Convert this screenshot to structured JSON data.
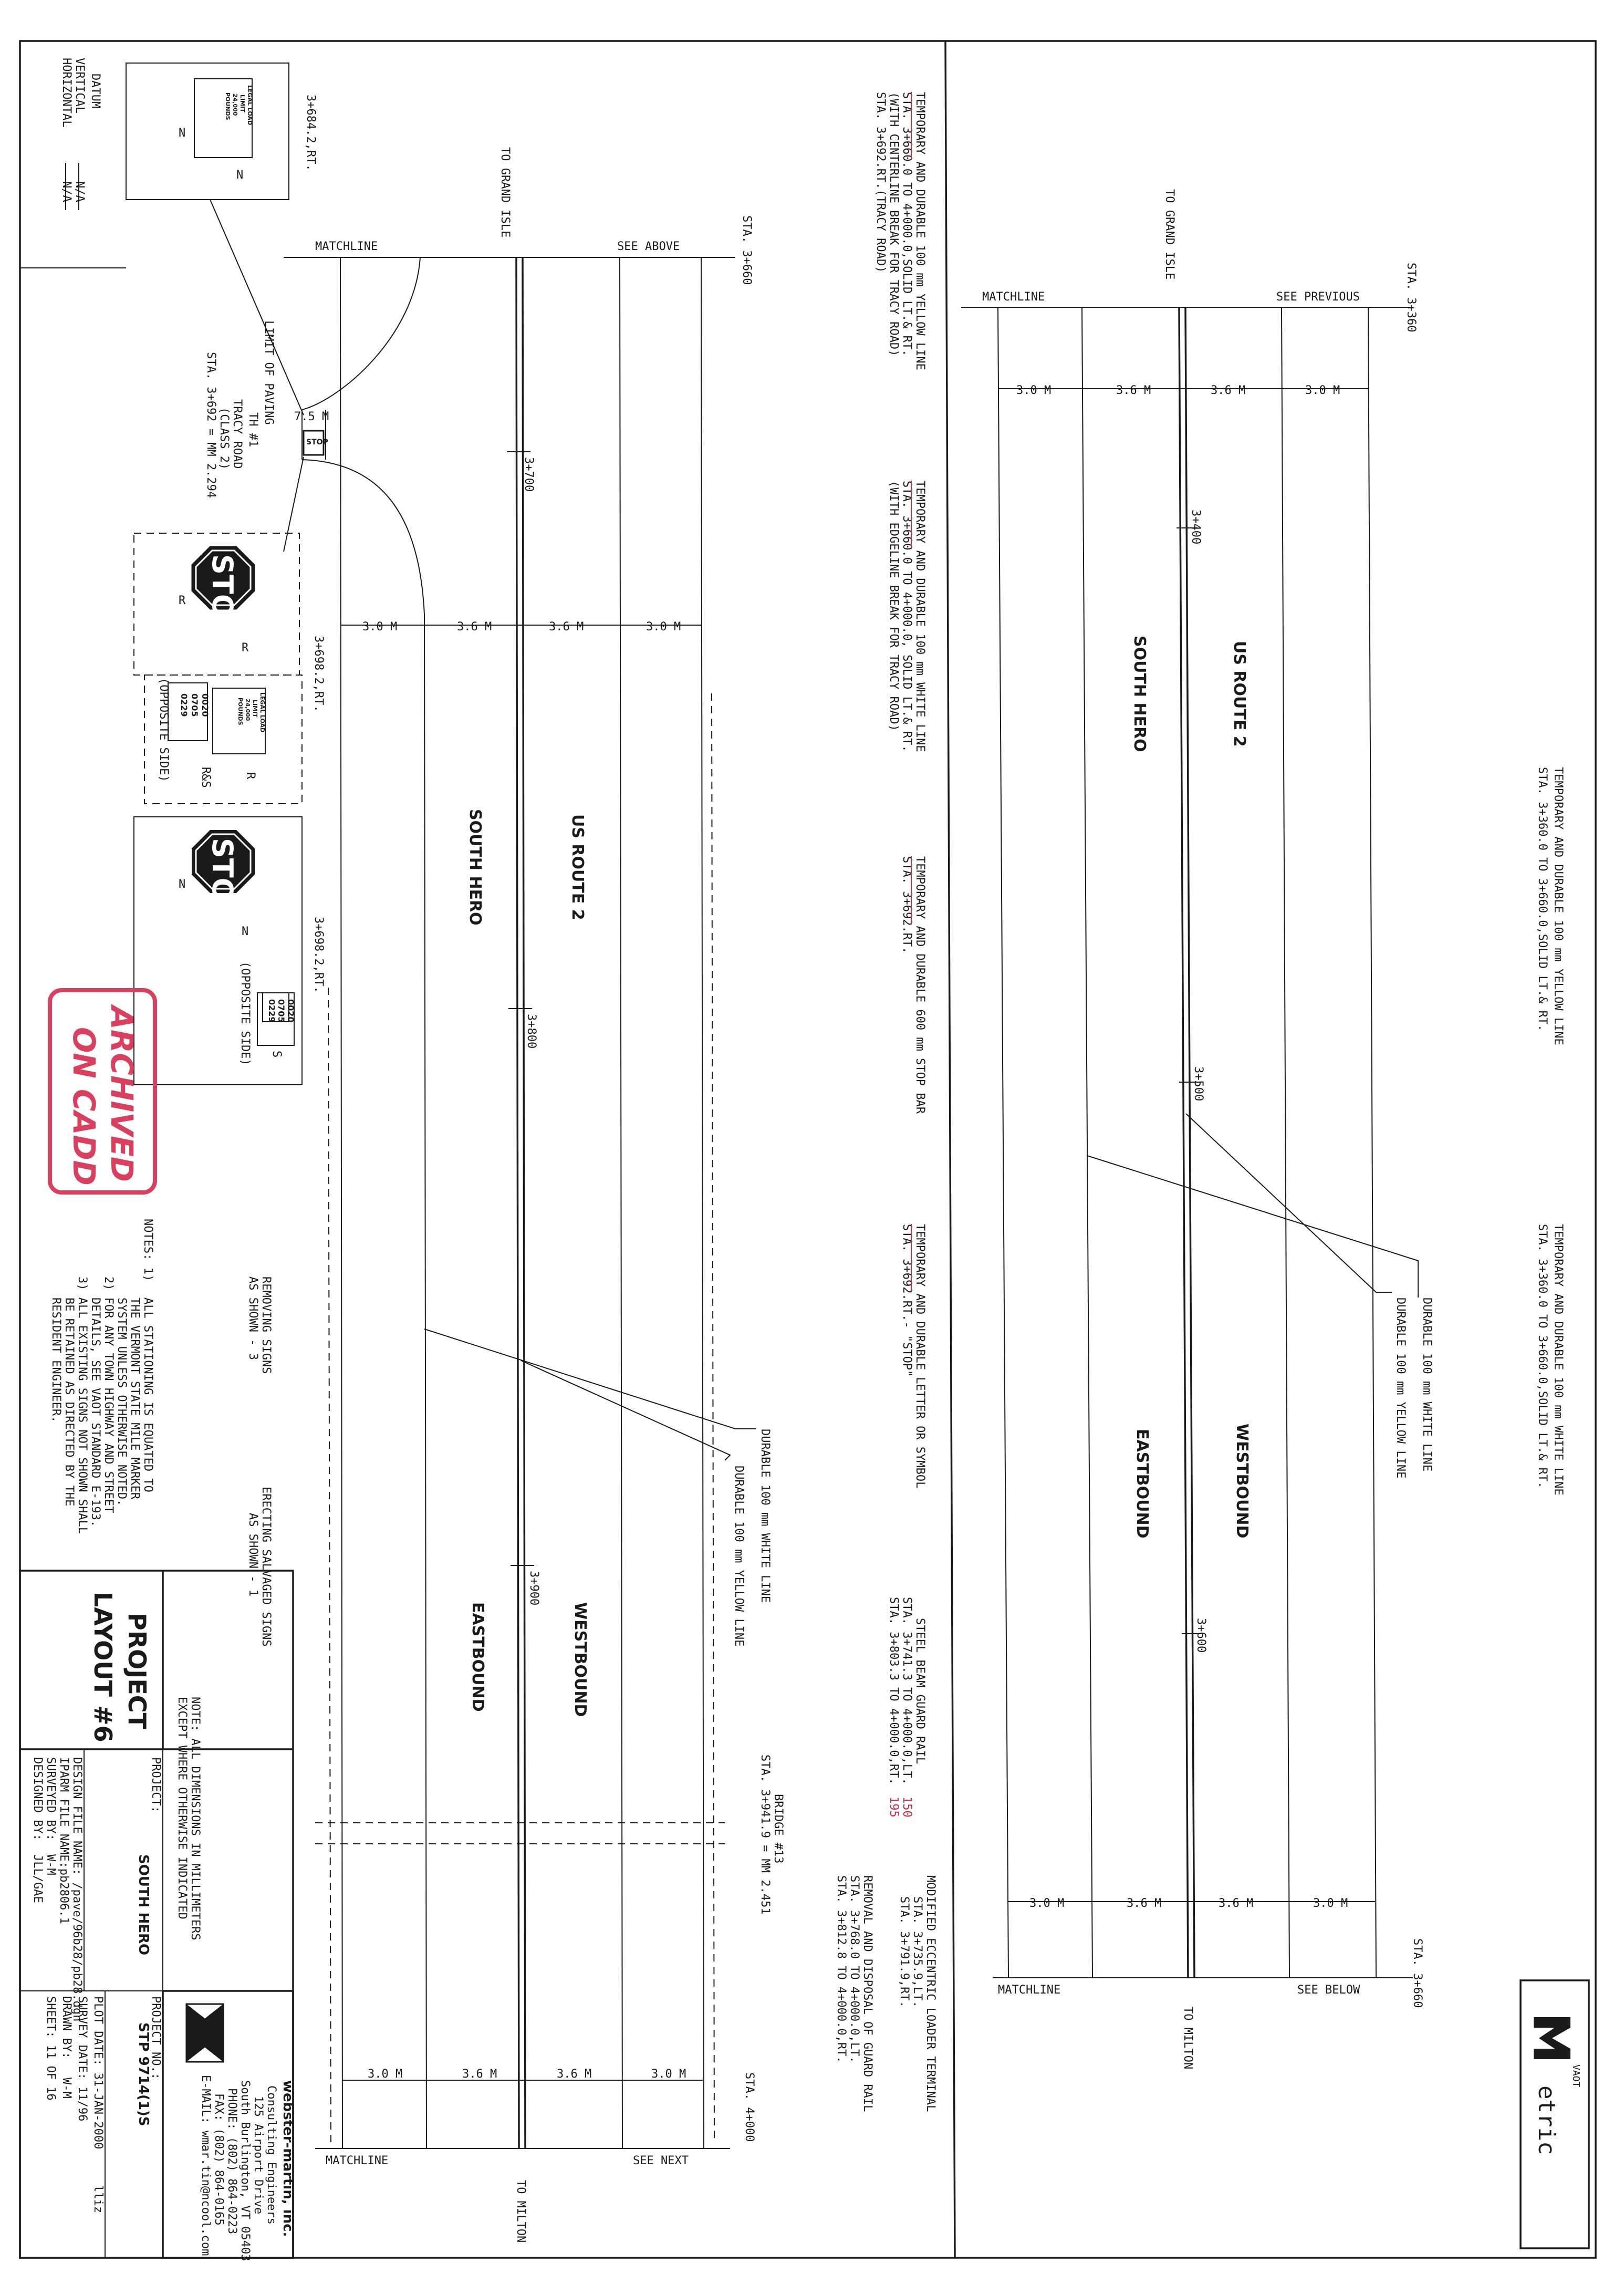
{
  "sheet": {
    "temp_yellow_top": "TEMPORARY AND DURABLE 100 mm YELLOW LINE",
    "temp_yellow_top_l2": "STA. 3+360.0 TO 3+660.0,SOLID LT.& RT.",
    "temp_white_top": "TEMPORARY AND DURABLE 100 mm WHITE LINE",
    "temp_white_top_l2": "STA. 3+360.0 TO 3+660.0,SOLID LT.& RT.",
    "durable_white": "DURABLE 100 mm WHITE LINE",
    "durable_yellow": "DURABLE 100 mm YELLOW LINE",
    "grand_isle": "TO GRAND ISLE",
    "milton": "TO MILTON",
    "matchline": "MATCHLINE",
    "see_previous": "SEE PREVIOUS",
    "see_below": "SEE BELOW",
    "see_above": "SEE ABOVE",
    "see_next": "SEE NEXT",
    "sta_3360": "STA. 3+360",
    "sta_3660": "STA. 3+660",
    "sta_4000": "STA. 4+000",
    "lane_30": "3.0 M",
    "lane_36": "3.6 M",
    "sta_3400": "3+400",
    "sta_3500": "3+500",
    "sta_3600": "3+600",
    "sta_3700": "3+700",
    "sta_3800": "3+800",
    "sta_3900": "3+900",
    "us_route_2": "US ROUTE 2",
    "south_hero": "SOUTH HERO",
    "westbound": "WESTBOUND",
    "eastbound": "EASTBOUND",
    "metric": "etric",
    "vaot": "VAOT"
  },
  "lower": {
    "note_yellow_1": "TEMPORARY AND DURABLE 100 mm YELLOW LINE",
    "note_yellow_2": "STA. 3+660.0 TO 4+000.0,SOLID LT.& RT.",
    "note_yellow_3": "(WITH CENTERLINE BREAK FOR TRACY ROAD)",
    "note_yellow_4": "STA. 3+692.RT.(TRACY ROAD)",
    "note_white_1": "TEMPORARY AND DURABLE 100 mm WHITE LINE",
    "note_white_2": "STA. 3+660.0 TO 4+000.0, SOLID LT.& RT.",
    "note_white_3": "(WITH EDGELINE BREAK FOR TRACY ROAD)",
    "note_stop_1": "TEMPORARY AND DURABLE 600 mm STOP BAR",
    "note_stop_2": "STA. 3+692.RT.",
    "note_letter_1": "TEMPORARY AND DURABLE LETTER OR SYMBOL",
    "note_letter_2": "STA. 3+692.RT.- \"STOP\"",
    "note_rail_1": "STEEL BEAM GUARD RAIL",
    "note_rail_2": "STA. 3+741.3 TO 4+000.0,LT.",
    "note_rail_3": "STA. 3+803.3 TO 4+000.0,RT.",
    "rail_q1": "150",
    "rail_q2": "195",
    "note_term_1": "MODIFIED ECCENTRIC LOADER TERMINAL",
    "note_term_2": "STA. 3+735.9,LT.",
    "note_term_3": "STA. 3+791.9,RT.",
    "note_remove_1": "REMOVAL AND DISPOSAL OF GUARD RAIL",
    "note_remove_2": "STA. 3+768.0 TO 4+000.0,LT.",
    "note_remove_3": "STA. 3+812.8 TO 4+000.0,RT.",
    "bridge_1": "BRIDGE #13",
    "bridge_2": "STA. 3+941.9 = MM 2.451",
    "limit_paving": "LIMIT OF PAVING",
    "tracy_1": "TRACY ROAD",
    "tracy_2": "(CLASS 2)",
    "tracy_th": "TH #1",
    "tracy_3": "STA. 3+692 = MM 2.294",
    "road_width": "7.5 M",
    "sign_rt_1": "3+684.2,RT.",
    "sign_rt_2": "3+698.2,RT.",
    "sign_rt_3": "3+698.2,RT.",
    "legal_1": "LEGAL LOAD",
    "legal_2": "LIMIT",
    "legal_3": "24,000",
    "legal_4": "POUNDS",
    "stop": "STOP",
    "sign_n": "N",
    "sign_r": "R",
    "sign_rs": "R&S",
    "sign_s": "S",
    "opposite": "(OPPOSITE SIDE)",
    "route_codes": [
      "0020",
      "0705",
      "0229"
    ],
    "removing_1": "REMOVING SIGNS",
    "removing_2": "AS SHOWN - 3",
    "erecting_1": "ERECTING SALVAGED SIGNS",
    "erecting_2": "AS SHOWN - 1",
    "notes_head": "NOTES: 1)",
    "notes": [
      "ALL STATIONING IS EQUATED TO",
      "THE VERMONT STATE MILE MARKER",
      "SYSTEM UNLESS OTHERWISE NOTED.",
      "2)  FOR ANY TOWN HIGHWAY AND STREET",
      "DETAILS, SEE VAOT STANDARD E-193.",
      "3)  ALL EXISTING SIGNS NOT SHOWN SHALL",
      "BE RETAINED AS DIRECTED BY THE",
      "RESIDENT ENGINEER."
    ],
    "dim_note_1": "NOTE: ALL DIMENSIONS IN MILLIMETERS",
    "dim_note_2": "EXCEPT WHERE OTHERWISE INDICATED",
    "datum": "DATUM",
    "vertical": "VERTICAL",
    "horizontal": "HORIZONTAL",
    "na": "N/A"
  },
  "stamp": {
    "line1": "ARCHIVED",
    "line2": "ON CADD"
  },
  "title_block": {
    "project_layout_1": "PROJECT",
    "project_layout_2": "LAYOUT #6",
    "project_label": "PROJECT:",
    "project_name": "SOUTH HERO",
    "project_no_label": "PROJECT NO.:",
    "project_no": "STP 9714(1)S",
    "design_file": "DESIGN FILE NAME: /pave/96b28/pb28.dgn",
    "iparm_file": "IPARM FILE NAME:pb2806.1",
    "surveyed": "SURVEYED BY:",
    "surveyed_val": "W-M",
    "designed": "DESIGNED BY:",
    "designed_val": "JLL/GAE",
    "plot_date": "PLOT DATE: 31-JAN-2000",
    "plot_user": "lliz",
    "survey_date": "SURVEY DATE: 11/96",
    "drawn": "DRAWN BY:",
    "drawn_val": "W-M",
    "sheet": "SHEET: 11   OF 16",
    "firm": "webster-martin, inc.",
    "firm_1": "Consulting Engineers",
    "firm_2": "125 Airport Drive",
    "firm_3": "South Burlington, VT 05403",
    "firm_4": "PHONE: (802) 864-0223",
    "firm_5": "FAX: (802) 864-0165",
    "firm_6": "E-MAIL: wmar.tin@ncool.com"
  }
}
